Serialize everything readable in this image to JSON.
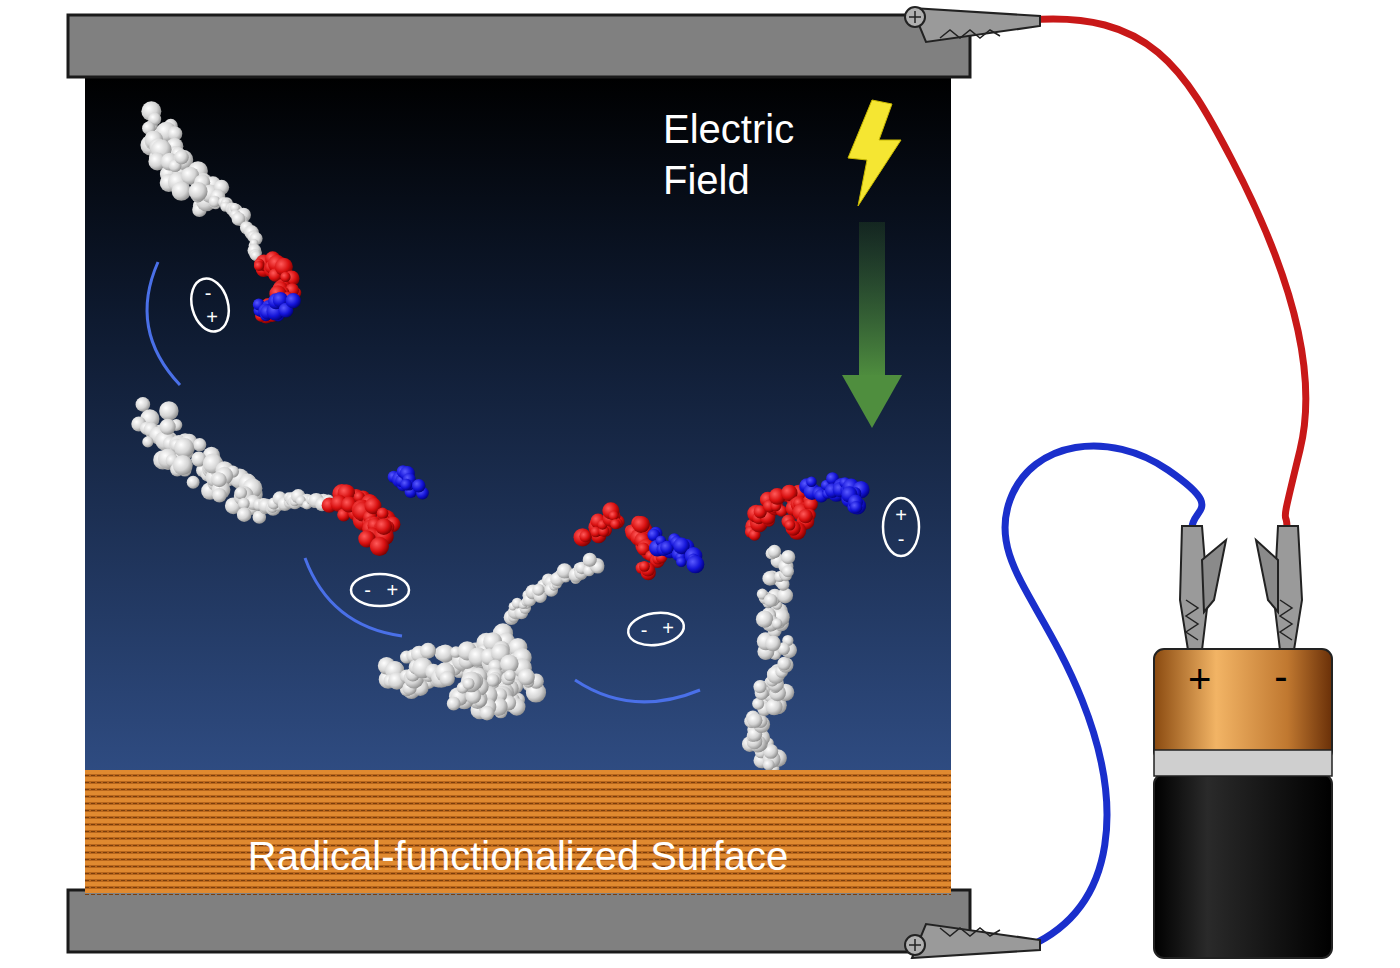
{
  "diagram": {
    "nodes": [
      {
        "text": [
          "-",
          "+"
        ]
      },
      {
        "text": [
          "-",
          "+"
        ]
      },
      {
        "text": [
          "-",
          "+"
        ]
      },
      {
        "text": [
          "+",
          "-"
        ]
      },
      {
        "text": [
          "Radical-functionalized Surface"
        ]
      },
      {
        "text": [
          "+",
          "-"
        ]
      }
    ],
    "labels": [
      "Electric Field"
    ]
  }
}
